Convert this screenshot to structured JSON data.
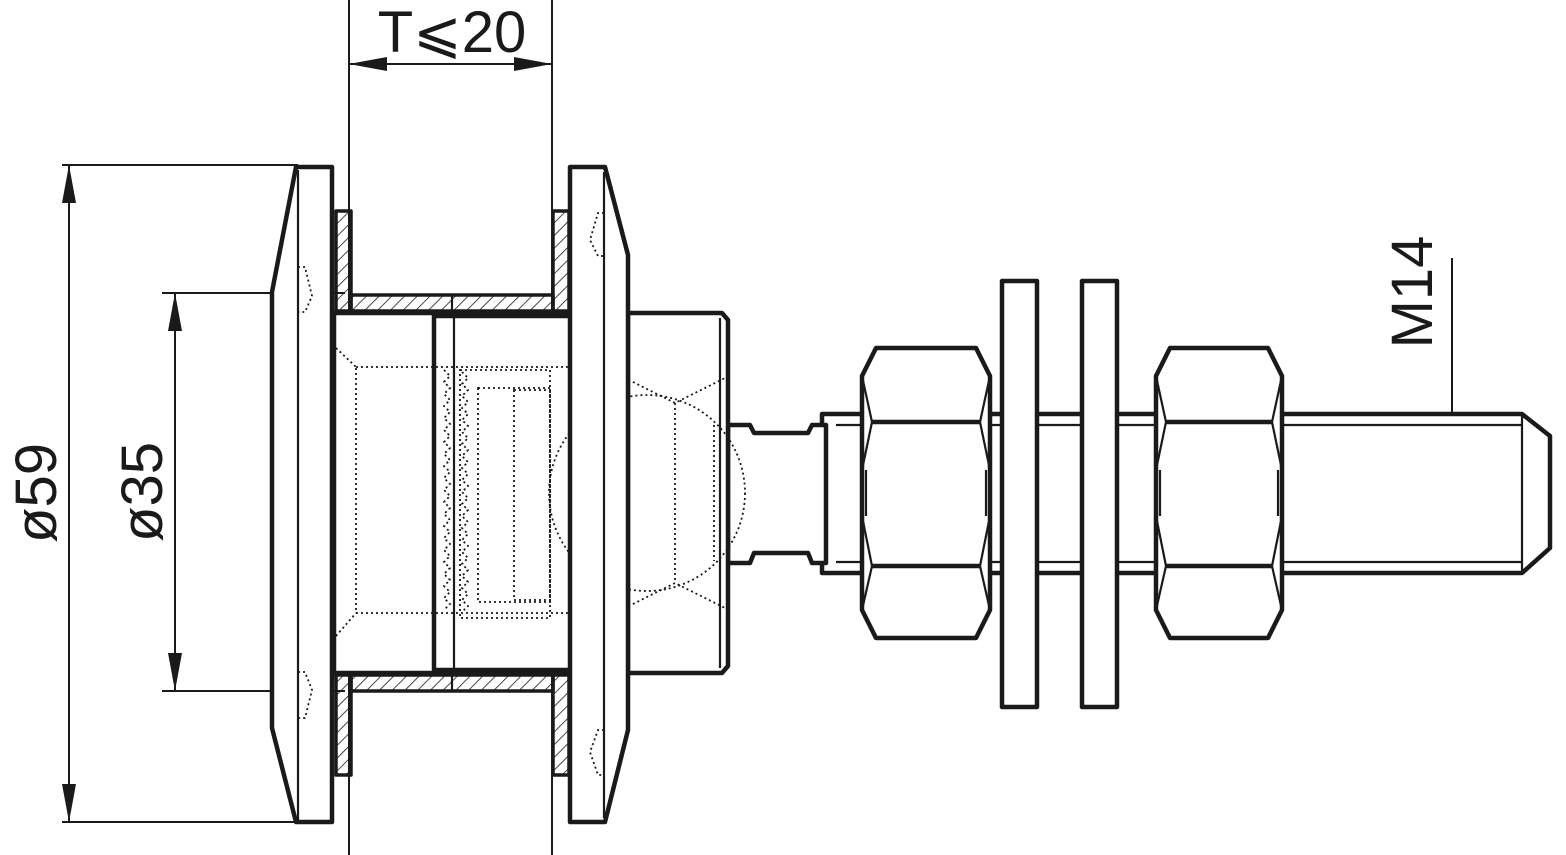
{
  "dimensions": {
    "thickness_label": "T⩽20",
    "outer_diameter_label": "ø59",
    "inner_diameter_label": "ø35",
    "thread_label": "M14"
  },
  "colors": {
    "line": "#1a1a1a",
    "background": "#ffffff"
  }
}
